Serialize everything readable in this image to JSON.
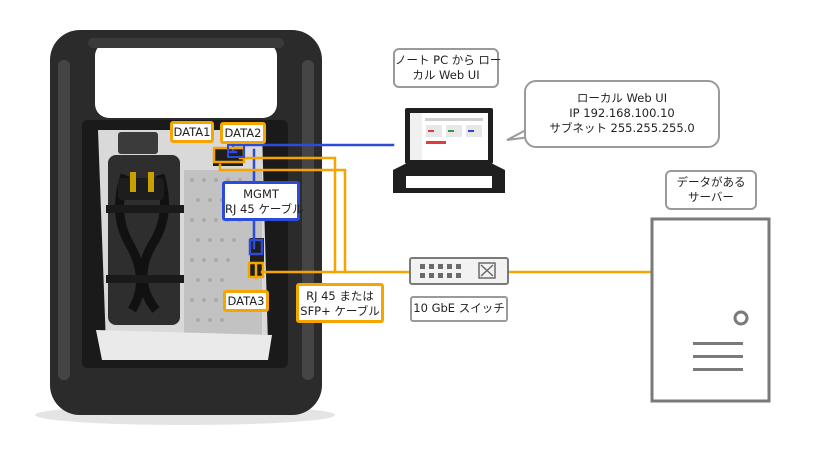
{
  "labels": {
    "data1": "DATA1",
    "data2": "DATA2",
    "data3": "DATA3",
    "mgmt": [
      "MGMT",
      "RJ 45 ケーブル"
    ],
    "sfp": [
      "RJ 45 または",
      "SFP+ ケーブル"
    ],
    "laptop": [
      "ノート PC から ロー",
      "カル Web UI"
    ],
    "local_ui": [
      "ローカル Web UI",
      "IP 192.168.100.10",
      "サブネット 255.255.255.0"
    ],
    "server": [
      "データがある",
      "サーバー"
    ],
    "switch": "10 GbE スイッチ"
  },
  "colors": {
    "orange": "#f5a400",
    "blue": "#2c4bd6",
    "gray_border": "#9a9a9a",
    "device_dark": "#2b2b2b"
  },
  "icons": [
    "device-chassis",
    "laptop-icon",
    "switch-icon",
    "server-icon"
  ]
}
